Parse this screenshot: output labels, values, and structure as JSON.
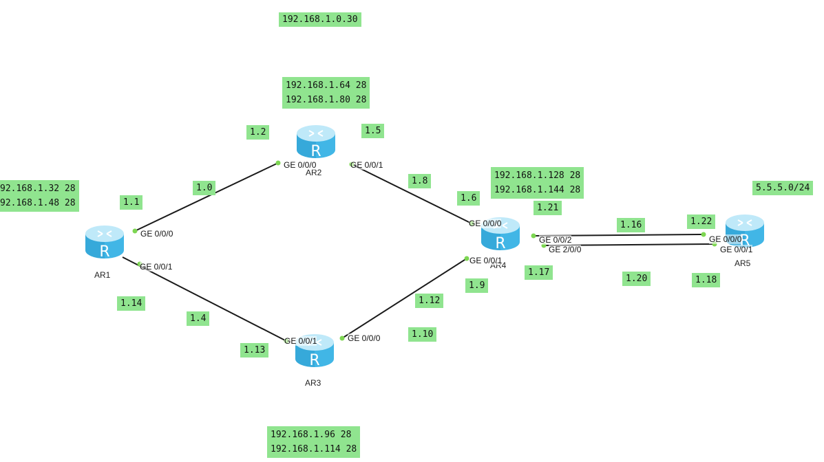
{
  "colors": {
    "label_bg": "#90e48f",
    "link": "#1a1a1a",
    "port_dot": "#7dd652",
    "router_top": "#bfe9f9",
    "router_body": "#41b6e6",
    "router_body_dark": "#2b98cc"
  },
  "icons": {
    "router": "router-icon"
  },
  "routers": [
    {
      "id": "ar1",
      "name": "AR1"
    },
    {
      "id": "ar2",
      "name": "AR2"
    },
    {
      "id": "ar3",
      "name": "AR3"
    },
    {
      "id": "ar4",
      "name": "AR4"
    },
    {
      "id": "ar5",
      "name": "AR5"
    }
  ],
  "router_glyph": "R",
  "ports": {
    "ar1_g000": "GE 0/0/0",
    "ar1_g001": "GE 0/0/1",
    "ar2_g000": "GE 0/0/0",
    "ar2_g001": "GE 0/0/1",
    "ar3_g001": "GE 0/0/1",
    "ar3_g000": "GE 0/0/0",
    "ar4_g000": "GE 0/0/0",
    "ar4_g001": "GE 0/0/1",
    "ar4_g002": "GE 0/0/2",
    "ar4_g200": "GE 2/0/0",
    "ar5_g000": "GE 0/0/0",
    "ar5_g001": "GE 0/0/1"
  },
  "labels": {
    "top_net": "192.168.1.0.30",
    "ar2_net_1": "192.168.1.64 28",
    "ar2_net_2": "192.168.1.80 28",
    "ar1_net_1": "92.168.1.32 28",
    "ar1_net_2": "92.168.1.48 28",
    "ar4_net_1": "192.168.1.128 28",
    "ar4_net_2": "192.168.1.144 28",
    "ar5_net": "5.5.5.0/24",
    "ar3_net_1": "192.168.1.96 28",
    "ar3_net_2": "192.168.1.114 28",
    "l_1_2": "1.2",
    "l_1_5": "1.5",
    "l_1_0": "1.0",
    "l_1_1": "1.1",
    "l_1_8": "1.8",
    "l_1_6": "1.6",
    "l_1_21": "1.21",
    "l_1_16": "1.16",
    "l_1_22": "1.22",
    "l_1_17": "1.17",
    "l_1_20": "1.20",
    "l_1_18": "1.18",
    "l_1_9": "1.9",
    "l_1_12": "1.12",
    "l_1_10": "1.10",
    "l_1_14": "1.14",
    "l_1_4": "1.4",
    "l_1_13": "1.13"
  }
}
